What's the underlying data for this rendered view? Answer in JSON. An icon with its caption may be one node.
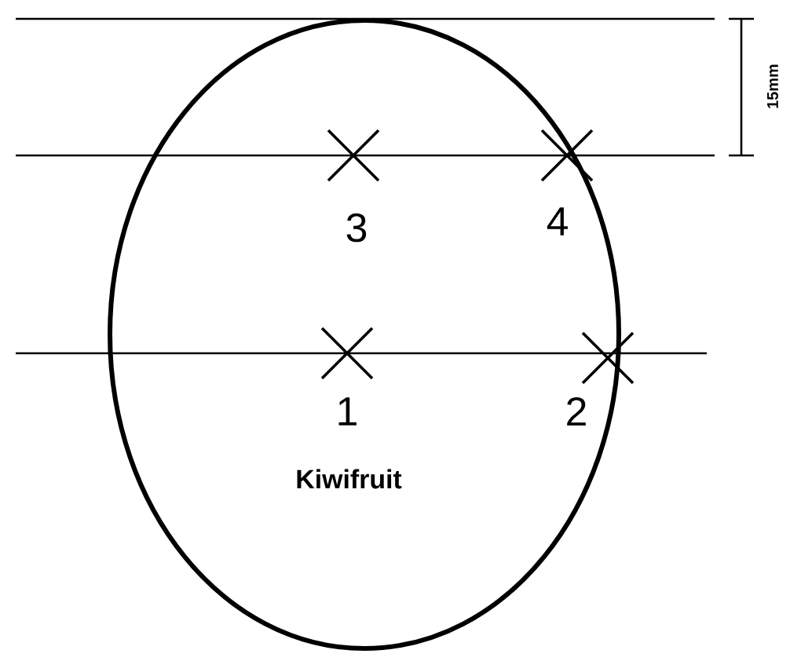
{
  "diagram": {
    "nodes": [
      {
        "text": [
          "Kiwifruit"
        ]
      }
    ],
    "labels": [
      "15mm",
      "3",
      "4",
      "1",
      "2"
    ]
  }
}
